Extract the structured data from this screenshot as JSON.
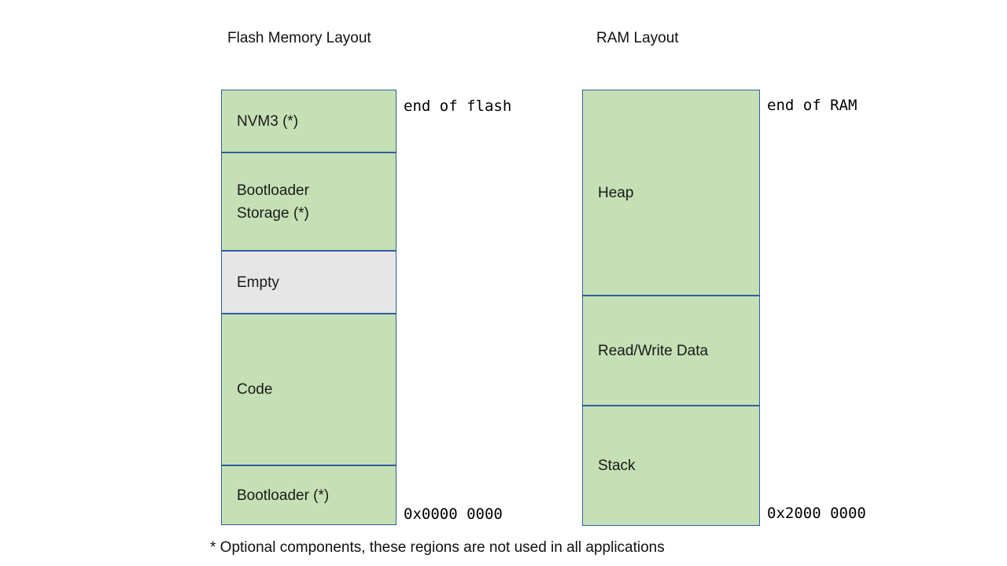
{
  "colors": {
    "block_green": "#c5e0b4",
    "block_gray": "#e7e6e6",
    "border_blue": "#2f5f9e",
    "background": "#ffffff",
    "text": "#1a1a1a"
  },
  "flash": {
    "title": "Flash Memory Layout",
    "top_annotation": "end of flash",
    "bottom_annotation": "0x0000 0000",
    "blocks": [
      {
        "label": "NVM3 (*)",
        "variant": "green"
      },
      {
        "label": "Bootloader Storage (*)",
        "variant": "green"
      },
      {
        "label": "Empty",
        "variant": "gray"
      },
      {
        "label": "Code",
        "variant": "green"
      },
      {
        "label": "Bootloader (*)",
        "variant": "green"
      }
    ]
  },
  "ram": {
    "title": "RAM Layout",
    "top_annotation": "end of RAM",
    "bottom_annotation": "0x2000 0000",
    "blocks": [
      {
        "label": "Heap",
        "variant": "green"
      },
      {
        "label": "Read/Write Data",
        "variant": "green"
      },
      {
        "label": "Stack",
        "variant": "green"
      }
    ]
  },
  "footnote": "* Optional components, these regions are not used in all applications"
}
